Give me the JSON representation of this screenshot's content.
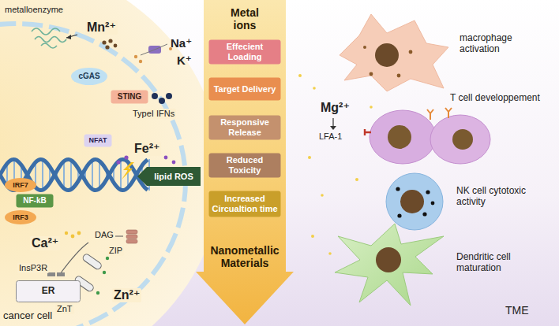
{
  "diagram": {
    "nodes": [
      {
        "text": [
          "Metal ions",
          "Nanometallic Materials"
        ]
      },
      {
        "text": [
          "Effecient Loading"
        ],
        "in": 0
      },
      {
        "text": [
          "Target Delivery"
        ],
        "in": 0
      },
      {
        "text": [
          "Responsive Release"
        ],
        "in": 0
      },
      {
        "text": [
          "Reduced Toxicity"
        ],
        "in": 0
      },
      {
        "text": [
          "Increased Circualtion time"
        ],
        "in": 0
      },
      {
        "text": [
          "cGAS"
        ]
      },
      {
        "text": [
          "STING"
        ]
      },
      {
        "text": [
          "NFAT"
        ]
      },
      {
        "text": [
          "IRF7"
        ]
      },
      {
        "text": [
          "NF-kB"
        ]
      },
      {
        "text": [
          "IRF3"
        ]
      },
      {
        "text": [
          "lipid ROS"
        ]
      },
      {
        "text": [
          "ER"
        ]
      }
    ],
    "labels": [
      "metalloenzyme",
      "Mn²⁺",
      "Na⁺",
      "K⁺",
      "TypeI IFNs",
      "Fe²⁺",
      "Ca²⁺",
      "DAG",
      "InsP3R",
      "ZIP",
      "ZnT",
      "Zn²⁺",
      "cancer cell",
      "macrophage activation",
      "Mg²⁺",
      "LFA-1",
      "T cell developpement",
      "NK cell cytotoxic activity",
      "Dendritic cell maturation",
      "TME"
    ]
  }
}
